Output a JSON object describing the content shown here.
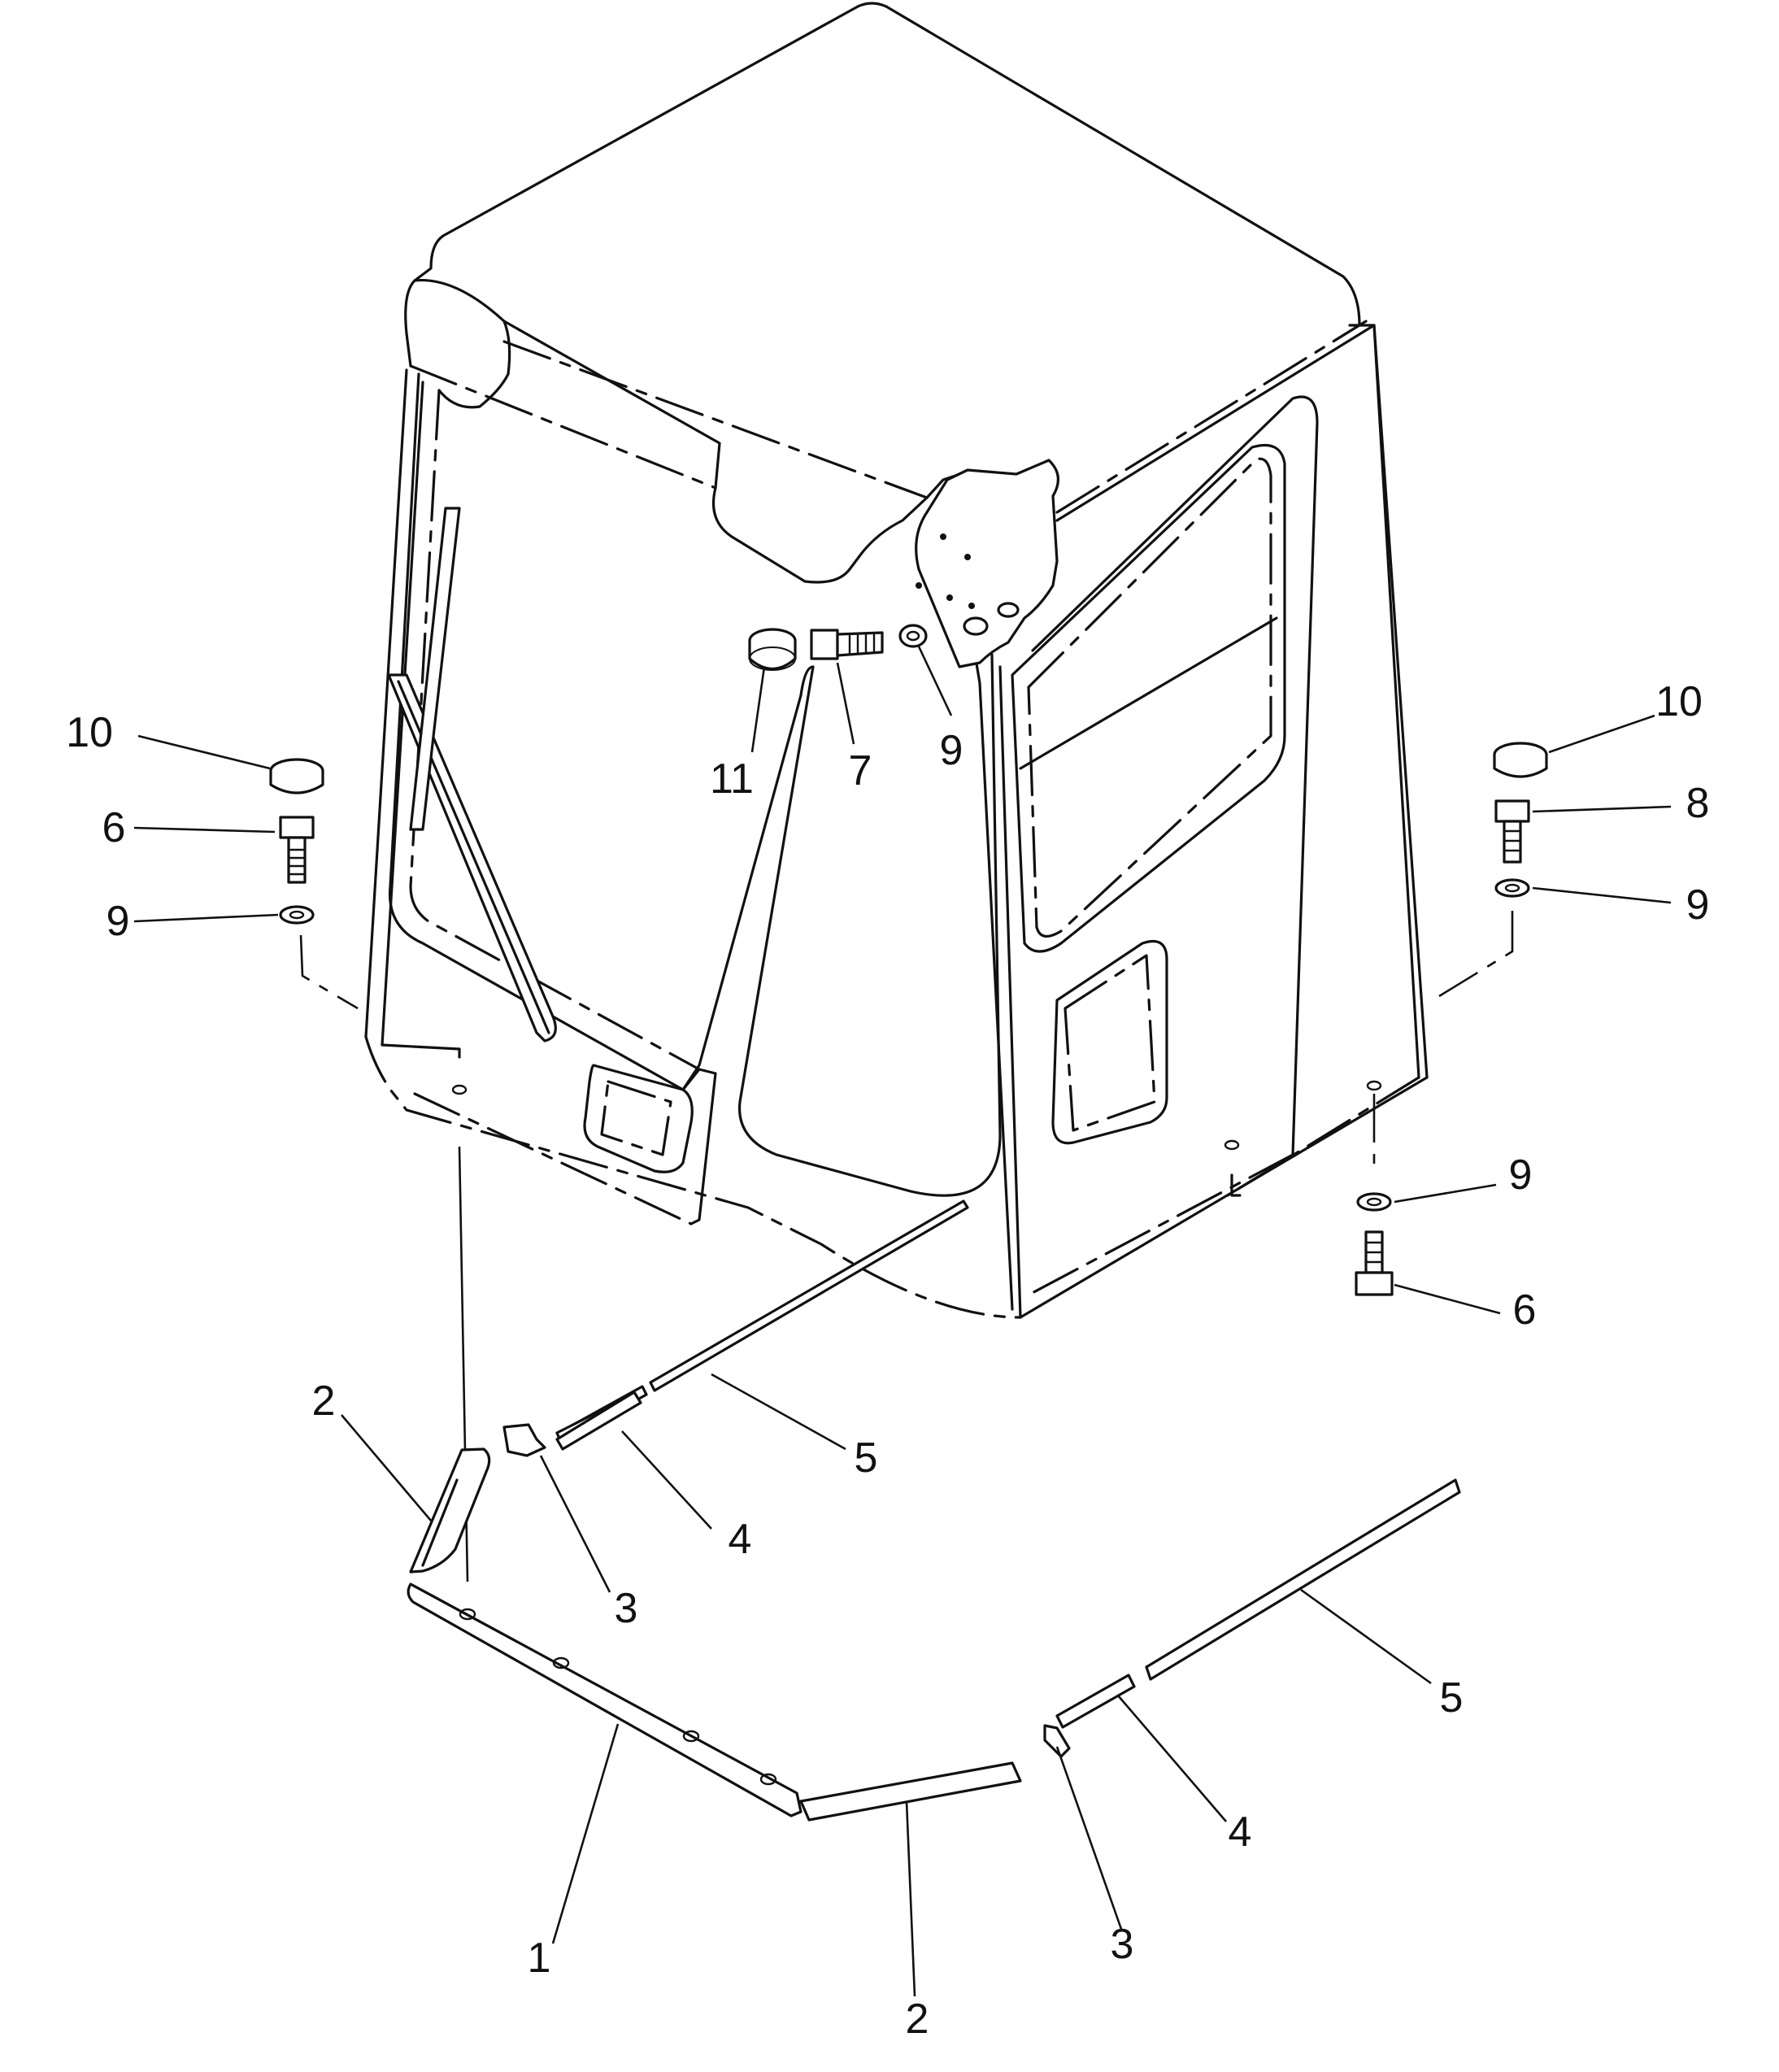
{
  "diagram": {
    "callouts": [
      {
        "id": "c10l",
        "text": "10"
      },
      {
        "id": "c6l",
        "text": "6"
      },
      {
        "id": "c9l",
        "text": "9"
      },
      {
        "id": "c11",
        "text": "11"
      },
      {
        "id": "c7",
        "text": "7"
      },
      {
        "id": "c9t",
        "text": "9"
      },
      {
        "id": "c10r",
        "text": "10"
      },
      {
        "id": "c8",
        "text": "8"
      },
      {
        "id": "c9r",
        "text": "9"
      },
      {
        "id": "c9rb",
        "text": "9"
      },
      {
        "id": "c6rb",
        "text": "6"
      },
      {
        "id": "c5a",
        "text": "5"
      },
      {
        "id": "c4a",
        "text": "4"
      },
      {
        "id": "c3a",
        "text": "3"
      },
      {
        "id": "c2a",
        "text": "2"
      },
      {
        "id": "c5b",
        "text": "5"
      },
      {
        "id": "c4b",
        "text": "4"
      },
      {
        "id": "c3b",
        "text": "3"
      },
      {
        "id": "c1",
        "text": "1"
      },
      {
        "id": "c2b",
        "text": "2"
      }
    ]
  }
}
